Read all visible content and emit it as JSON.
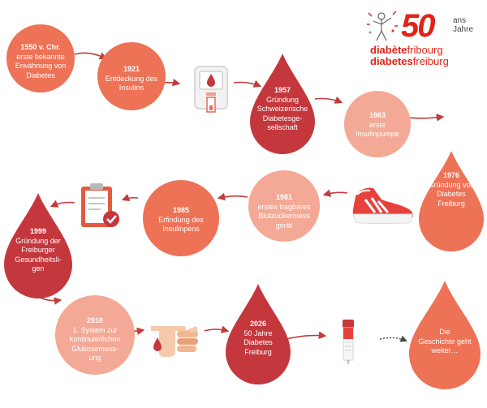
{
  "logo": {
    "anniversary_number": "50",
    "anniversary_unit_fr": "ans",
    "anniversary_unit_de": "Jahre",
    "name_fr_bold": "diabète",
    "name_fr_light": "fribourg",
    "name_de_bold": "diabetes",
    "name_de_light": "freiburg"
  },
  "colors": {
    "light": "#f3a996",
    "medium": "#ed7256",
    "dark": "#c4373c",
    "arrow": "#c23b3d",
    "dotted_arrow": "#444444"
  },
  "timeline": [
    {
      "year": "1550 v. Chr.",
      "text": "erste bekannte\nErwähnung von\nDiabetes",
      "shape": "circle",
      "tone": "medium"
    },
    {
      "year": "1921",
      "text": "Entdeckung des\nInsulins",
      "shape": "circle",
      "tone": "medium"
    },
    {
      "year": "1957",
      "text": "Gründung\nSchweizerische\nDiabetesge-\nsellschaft",
      "shape": "drop",
      "tone": "dark"
    },
    {
      "year": "1963",
      "text": "erste\nInsulinpumpe",
      "shape": "circle",
      "tone": "light"
    },
    {
      "year": "1976",
      "text": "Gründung von\nDiabetes\nFreiburg",
      "shape": "drop",
      "tone": "medium"
    },
    {
      "year": "1981",
      "text": "erstes tragbares\nBlutzuckermess\ngerät",
      "shape": "circle",
      "tone": "light"
    },
    {
      "year": "1985",
      "text": "Erfindung des\nInsulinpens",
      "shape": "circle",
      "tone": "medium"
    },
    {
      "year": "1999",
      "text": "Gründung der\nFreiburger\nGesundheitsli-\ngen",
      "shape": "drop",
      "tone": "dark"
    },
    {
      "year": "2010",
      "text": "1. System zur\nkontinuierlichen\nGlukosemess-\nung",
      "shape": "circle",
      "tone": "light"
    },
    {
      "year": "2026",
      "text": "50 Jahre\nDiabetes\nFreiburg",
      "shape": "drop",
      "tone": "dark"
    },
    {
      "year": "",
      "text": "Die\nGeschichte geht\nweiter…",
      "shape": "drop",
      "tone": "medium"
    }
  ],
  "icons": [
    "glucose-meter-icon",
    "sneaker-icon",
    "clipboard-check-icon",
    "finger-blood-drop-icon",
    "test-tube-icon"
  ]
}
